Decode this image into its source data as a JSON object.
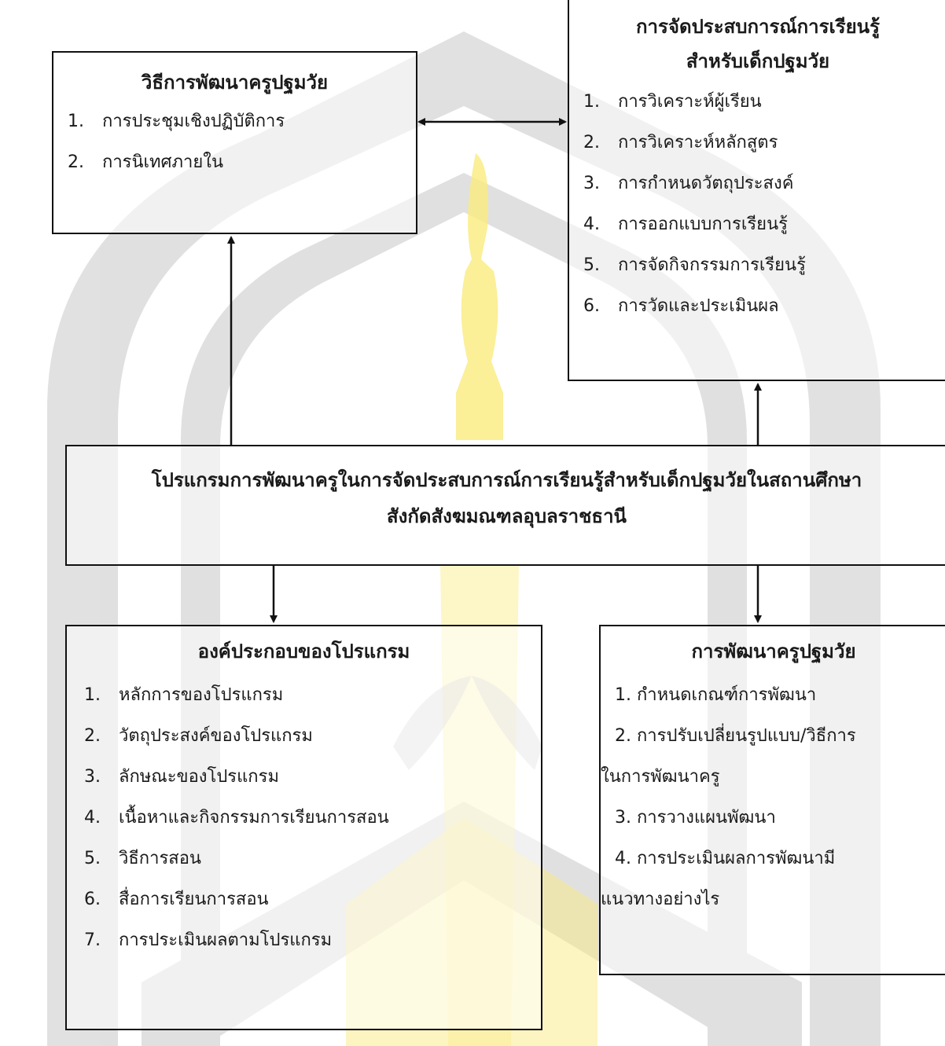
{
  "boxes": {
    "methods": {
      "title": "วิธีการพัฒนาครูปฐมวัย",
      "items": [
        {
          "num": "1.",
          "text": "การประชุมเชิงปฏิบัติการ"
        },
        {
          "num": "2.",
          "text": "การนิเทศภายใน"
        }
      ]
    },
    "experience": {
      "title_line1": "การจัดประสบการณ์การเรียนรู้",
      "title_line2": "สำหรับเด็กปฐมวัย",
      "items": [
        {
          "num": "1.",
          "text": "การวิเคราะห์ผู้เรียน"
        },
        {
          "num": "2.",
          "text": "การวิเคราะห์หลักสูตร"
        },
        {
          "num": "3.",
          "text": "การกำหนดวัตถุประสงค์"
        },
        {
          "num": "4.",
          "text": "การออกแบบการเรียนรู้"
        },
        {
          "num": "5.",
          "text": "การจัดกิจกรรมการเรียนรู้"
        },
        {
          "num": "6.",
          "text": "การวัดและประเมินผล"
        }
      ]
    },
    "program": {
      "title_line1": "โปรแกรมการพัฒนาครูในการจัดประสบการณ์การเรียนรู้สำหรับเด็กปฐมวัยในสถานศึกษา",
      "title_line2": "สังกัดสังฆมณฑลอุบลราชธานี"
    },
    "components": {
      "title": "องค์ประกอบของโปรแกรม",
      "items": [
        {
          "num": "1.",
          "text": "หลักการของโปรแกรม"
        },
        {
          "num": "2.",
          "text": "วัตถุประสงค์ของโปรแกรม"
        },
        {
          "num": "3.",
          "text": "ลักษณะของโปรแกรม"
        },
        {
          "num": "4.",
          "text": "เนื้อหาและกิจกรรมการเรียนการสอน"
        },
        {
          "num": "5.",
          "text": "วิธีการสอน"
        },
        {
          "num": "6.",
          "text": "สื่อการเรียนการสอน"
        },
        {
          "num": "7.",
          "text": "การประเมินผลตามโปรแกรม"
        }
      ]
    },
    "development": {
      "title": "การพัฒนาครูปฐมวัย",
      "lines": [
        "1.  กำหนดเกณฑ์การพัฒนา",
        "2.  การปรับเปลี่ยนรูปแบบ/วิธีการ",
        "ในการพัฒนาครู",
        "3.  การวางแผนพัฒนา",
        "4.  การประเมินผลการพัฒนามี",
        "แนวทางอย่างไร"
      ]
    }
  },
  "colors": {
    "line": "#111111",
    "watermark_gray": "#c8c8c8",
    "watermark_yellow": "#fbeb7f"
  }
}
